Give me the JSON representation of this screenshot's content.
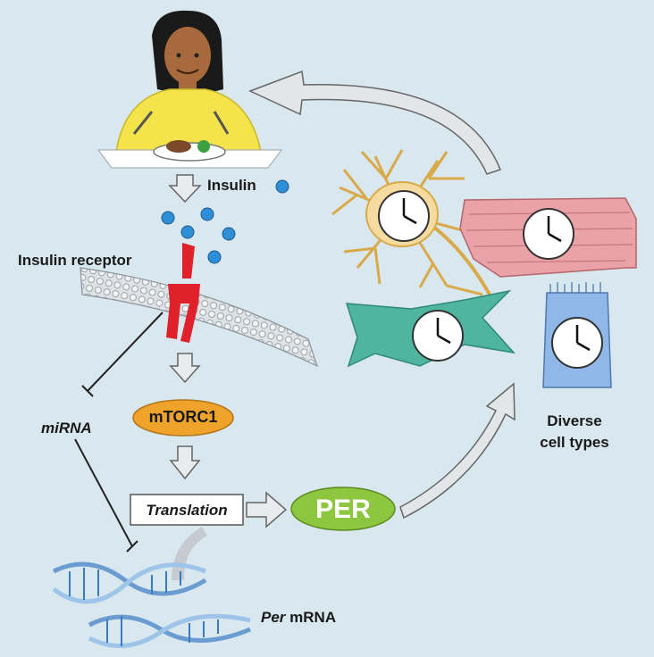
{
  "labels": {
    "insulin": "Insulin",
    "insulin_receptor": "Insulin receptor",
    "mirna": "miRNA",
    "mtorc1": "mTORC1",
    "translation": "Translation",
    "per_protein": "PER",
    "per_mrna_italic": "Per",
    "per_mrna_rest": " mRNA",
    "diverse_line1": "Diverse",
    "diverse_line2": "cell types"
  },
  "colors": {
    "background": "#d8e8ee",
    "receptor": "#e0202a",
    "mtorc1_fill": "#f0a32a",
    "per_fill": "#8dc63f",
    "insulin_dot": "#2f8fd6",
    "neuron": "#e8c06a",
    "muscle": "#e9a3a8",
    "fibroblast": "#4fb59f",
    "epithelial": "#8fb7e8",
    "person_shirt": "#f4e34a",
    "person_skin": "#a86a3c"
  },
  "icons": [
    "person-eating",
    "insulin-molecule",
    "cell-membrane",
    "receptor",
    "clock-icon",
    "dna-helix"
  ]
}
